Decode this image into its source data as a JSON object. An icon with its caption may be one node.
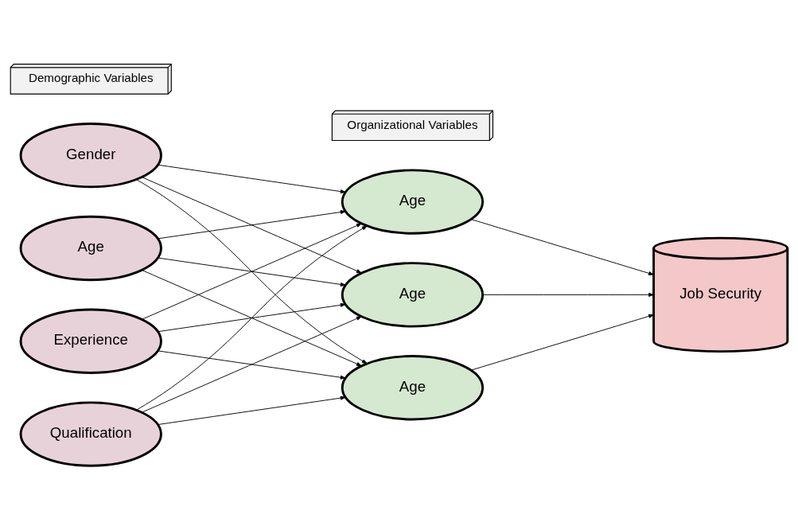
{
  "diagram": {
    "nodes": [
      {
        "text": [
          "Demographic Variables"
        ]
      },
      {
        "text": [
          "Organizational Variables"
        ]
      },
      {
        "text": [
          "Gender"
        ]
      },
      {
        "text": [
          "Age"
        ]
      },
      {
        "text": [
          "Experience"
        ]
      },
      {
        "text": [
          "Qualification"
        ]
      },
      {
        "text": [
          "Age"
        ]
      },
      {
        "text": [
          "Age"
        ]
      },
      {
        "text": [
          "Age"
        ]
      },
      {
        "text": [
          "Job Security"
        ]
      }
    ],
    "edges": [
      {
        "from": 2,
        "to": 6,
        "arrow": "to"
      },
      {
        "from": 2,
        "to": 7,
        "arrow": "to"
      },
      {
        "from": 2,
        "to": 8,
        "arrow": "to"
      },
      {
        "from": 3,
        "to": 6,
        "arrow": "to"
      },
      {
        "from": 3,
        "to": 7,
        "arrow": "to"
      },
      {
        "from": 3,
        "to": 8,
        "arrow": "to"
      },
      {
        "from": 4,
        "to": 6,
        "arrow": "to"
      },
      {
        "from": 4,
        "to": 7,
        "arrow": "to"
      },
      {
        "from": 4,
        "to": 8,
        "arrow": "to"
      },
      {
        "from": 5,
        "to": 6,
        "arrow": "to"
      },
      {
        "from": 5,
        "to": 7,
        "arrow": "to"
      },
      {
        "from": 5,
        "to": 8,
        "arrow": "to"
      },
      {
        "from": 6,
        "to": 9,
        "arrow": "to"
      },
      {
        "from": 7,
        "to": 9,
        "arrow": "to"
      },
      {
        "from": 8,
        "to": 9,
        "arrow": "to"
      }
    ]
  }
}
